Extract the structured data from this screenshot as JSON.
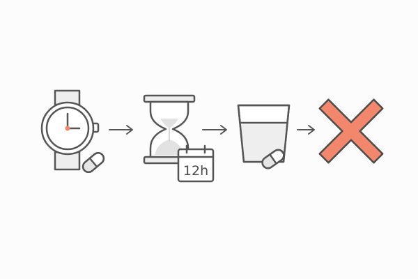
{
  "steps": [
    {
      "id": "watch",
      "icon": "wristwatch-icon"
    },
    {
      "id": "wait",
      "icon": "hourglass-icon",
      "badge": {
        "icon": "calendar-icon",
        "text": "12h"
      }
    },
    {
      "id": "drink",
      "icon": "water-glass-icon"
    },
    {
      "id": "cancel",
      "icon": "cross-icon"
    }
  ],
  "connectors": [
    "arrow-right-icon",
    "arrow-right-icon",
    "arrow-right-icon"
  ],
  "colors": {
    "stroke": "#555555",
    "fill_light": "#eeeeee",
    "fill_white": "#ffffff",
    "accent": "#f2876c",
    "accent_stroke": "#4a4a4a",
    "background": "#fcfcfc"
  }
}
